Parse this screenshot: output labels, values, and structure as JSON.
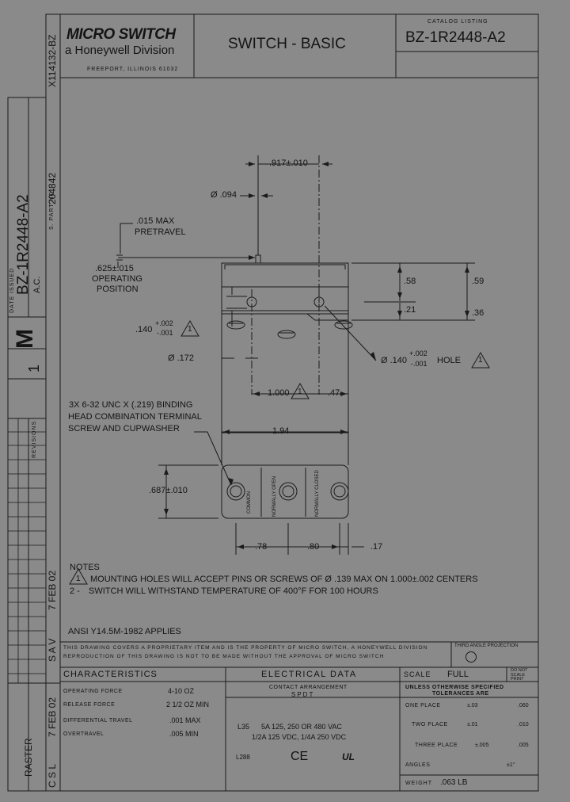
{
  "title_block": {
    "brand": "MICRO SWITCH",
    "division": "a Honeywell Division",
    "brand_sub": "FREEPORT, ILLINOIS 61032",
    "title": "SWITCH - BASIC",
    "catalog_label": "CATALOG LISTING",
    "catalog_number": "BZ-1R2448-A2"
  },
  "left_margin": {
    "drawing_number": "X114132-BZ",
    "assy_label": "S. PART NO.",
    "assy_number": "204842",
    "listing": "BZ-1R2448-A2",
    "date_label": "DATE ISSUED",
    "sub": "A.C.",
    "rev_letter": "M",
    "sheet": "1",
    "revisions_label": "REVISIONS",
    "date1": "7 FEB 02",
    "init1": "S A V",
    "date2": "7 FEB 02",
    "init2": "C S L",
    "raster": "RASTER"
  },
  "dims": {
    "d917": ".917±.010",
    "d094": "Ø .094",
    "pretravel": ".015 MAX",
    "pretravel2": "PRETRAVEL",
    "op1": ".625±.015",
    "op2": "OPERATING",
    "op3": "POSITION",
    "d58": ".58",
    "d59": ".59",
    "d21": ".21",
    "d36": ".36",
    "d140a": ".140",
    "tol_plus": "+.002",
    "tol_minus": "-.001",
    "d172": "Ø .172",
    "d140b": "Ø .140",
    "hole": "HOLE",
    "d1000": "1.000",
    "d47": ".47",
    "screw1": "3X 6-32 UNC X (.219) BINDING",
    "screw2": "HEAD COMBINATION TERMINAL",
    "screw3": "SCREW AND CUPWASHER",
    "d194": "1.94",
    "d687": ".687±.010",
    "d78": ".78",
    "d80": ".80",
    "d17": ".17",
    "term1": "COMMON",
    "term2": "NORMALLY OPEN",
    "term3": "NORMALLY CLOSED",
    "note_num": "1"
  },
  "notes": {
    "heading": "NOTES",
    "n1": "MOUNTING HOLES WILL ACCEPT PINS OR SCREWS OF Ø .139 MAX ON 1.000±.002 CENTERS",
    "n2_num": "2 -",
    "n2": "SWITCH WILL WITHSTAND TEMPERATURE OF 400°F FOR 100 HOURS",
    "ansi": "ANSI Y14.5M-1982 APPLIES"
  },
  "proprietary": {
    "line1": "THIS DRAWING COVERS A PROPRIETARY ITEM AND IS THE PROPERTY OF MICRO SWITCH, A HONEYWELL DIVISION",
    "line2": "REPRODUCTION OF THIS DRAWING IS NOT TO BE MADE WITHOUT THE APPROVAL OF MICRO SWITCH",
    "third_angle": "THIRD ANGLE PROJECTION"
  },
  "characteristics": {
    "heading": "CHARACTERISTICS",
    "rows": [
      {
        "label": "OPERATING FORCE",
        "value": "4-10 OZ"
      },
      {
        "label": "RELEASE FORCE",
        "value": "2 1/2 OZ MIN"
      },
      {
        "label": "DIFFERENTIAL TRAVEL",
        "value": ".001 MAX"
      },
      {
        "label": "OVERTRAVEL",
        "value": ".005 MIN"
      }
    ]
  },
  "electrical": {
    "heading": "ELECTRICAL DATA",
    "arrangement_label": "CONTACT ARRANGEMENT",
    "arrangement": "SPDT",
    "code": "L35",
    "rating1": "5A 125, 250 OR 480 VAC",
    "rating2": "1/2A 125 VDC, 1/4A 250 VDC",
    "code2": "L288",
    "ce": "CE",
    "ul": "UL"
  },
  "scale": {
    "label": "SCALE",
    "value": "FULL",
    "note": "DO NOT SCALE PRINT"
  },
  "tolerances": {
    "heading1": "UNLESS OTHERWISE SPECIFIED",
    "heading2": "TOLERANCES ARE",
    "rows": [
      {
        "label": "ONE PLACE",
        "value": "±.03",
        "value2": ".060"
      },
      {
        "label": "TWO PLACE",
        "value": "±.01",
        "value2": ".010"
      },
      {
        "label": "THREE PLACE",
        "value": "±.005",
        "value2": ".005"
      },
      {
        "label": "ANGLES",
        "value": "±1°",
        "value2": ""
      }
    ],
    "weight_label": "WEIGHT",
    "weight": ".063 LB"
  }
}
